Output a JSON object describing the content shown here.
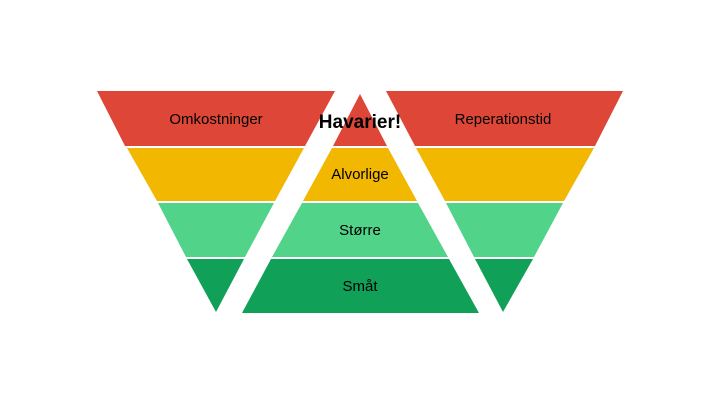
{
  "diagram": {
    "left_funnel_label": "Omkostninger",
    "right_funnel_label": "Reperationstid",
    "pyramid_levels": [
      {
        "label": "Havarier!",
        "bold": true
      },
      {
        "label": "Alvorlige",
        "bold": false
      },
      {
        "label": "Større",
        "bold": false
      },
      {
        "label": "Småt",
        "bold": false
      }
    ]
  },
  "colors": {
    "level_1": "#de4637",
    "level_2": "#f2b700",
    "level_3": "#52d38a",
    "level_4": "#10a058"
  }
}
